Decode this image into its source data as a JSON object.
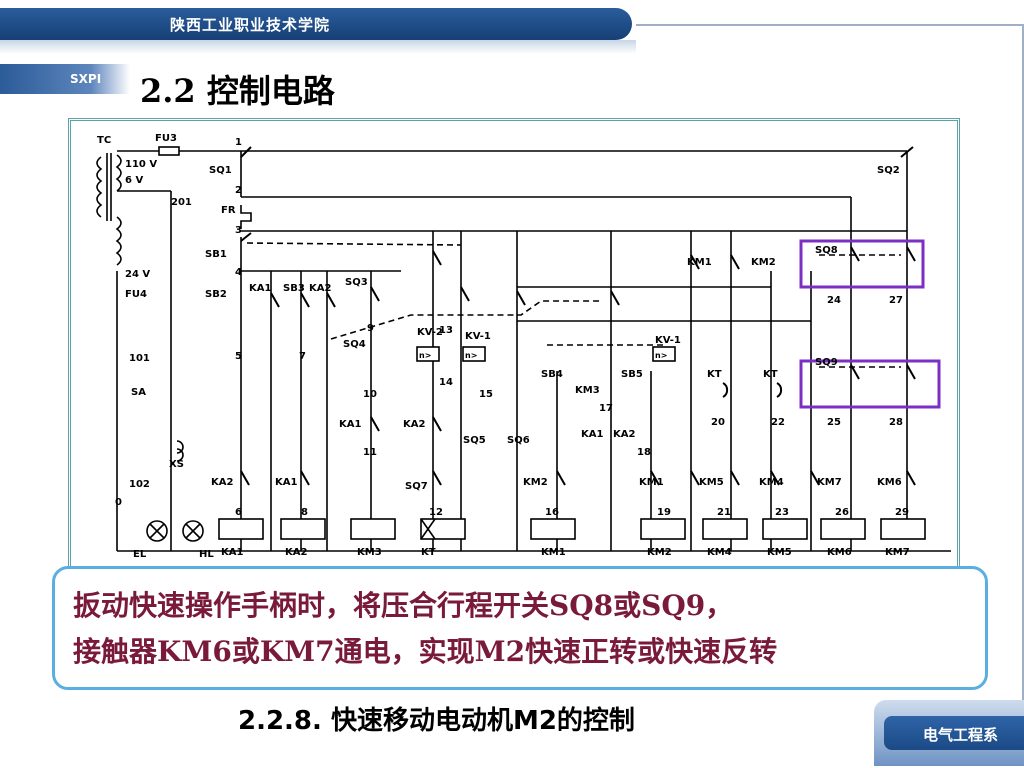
{
  "header": {
    "school_name": "陕西工业职业技术学院",
    "abbreviation": "SXPI",
    "section_title": "2.2  控制电路",
    "department": "电气工程系"
  },
  "diagram": {
    "labels": {
      "tc": "TC",
      "fu3": "FU3",
      "fu4": "FU4",
      "v110": "110 V",
      "v6": "6 V",
      "v24": "24 V",
      "n201": "201",
      "n101": "101",
      "n102": "102",
      "n0": "0",
      "n1": "1",
      "n2": "2",
      "n3": "3",
      "n4": "4",
      "n5": "5",
      "n7": "7",
      "n9": "9",
      "n10": "10",
      "n11": "11",
      "n12": "12",
      "n13": "13",
      "n14": "14",
      "n15": "15",
      "n16": "16",
      "n17": "17",
      "n18": "18",
      "n19": "19",
      "n20": "20",
      "n21": "21",
      "n22": "22",
      "n23": "23",
      "n24": "24",
      "n25": "25",
      "n26": "26",
      "n27": "27",
      "n28": "28",
      "n29": "29",
      "n6": "6",
      "n8": "8",
      "sq1": "SQ1",
      "sq2": "SQ2",
      "fr": "FR",
      "sb1": "SB1",
      "sb2": "SB2",
      "sb3": "SB3",
      "sb4": "SB4",
      "sb5": "SB5",
      "ka1": "KA1",
      "ka2": "KA2",
      "ka1b": "KA1",
      "ka2b": "KA2",
      "ka2c": "KA2",
      "ka1c": "KA1",
      "sq3": "SQ3",
      "sq4": "SQ4",
      "sq5": "SQ5",
      "sq6": "SQ6",
      "sq7": "SQ7",
      "sq8": "SQ8",
      "sq9": "SQ9",
      "kv2": "KV-2",
      "kv1a": "KV-1",
      "kv1b": "KV-1",
      "km3": "KM3",
      "ka1v": "KA1",
      "ka2v": "KA2",
      "km1": "KM1",
      "km2": "KM2",
      "km2b": "KM2",
      "km1b": "KM1",
      "km5": "KM5",
      "km4": "KM4",
      "km7": "KM7",
      "km6": "KM6",
      "kt": "KT",
      "kt2": "KT",
      "sa": "SA",
      "xs": "XS",
      "el": "EL",
      "hl": "HL",
      "coil_ka1": "KA1",
      "coil_ka2": "KA2",
      "coil_km3": "KM3",
      "coil_kt": "KT",
      "coil_km1": "KM1",
      "coil_km2": "KM2",
      "coil_km4": "KM4",
      "coil_km5": "KM5",
      "coil_km6": "KM6",
      "coil_km7": "KM7",
      "nv": "n>"
    },
    "highlight_color": "#7b2fc4"
  },
  "callout": {
    "line1": "扳动快速操作手柄时，将压合行程开关SQ8或SQ9，",
    "line2": "接触器KM6或KM7通电，实现M2快速正转或快速反转"
  },
  "caption": "2.2.8. 快速移动电动机M2的控制"
}
